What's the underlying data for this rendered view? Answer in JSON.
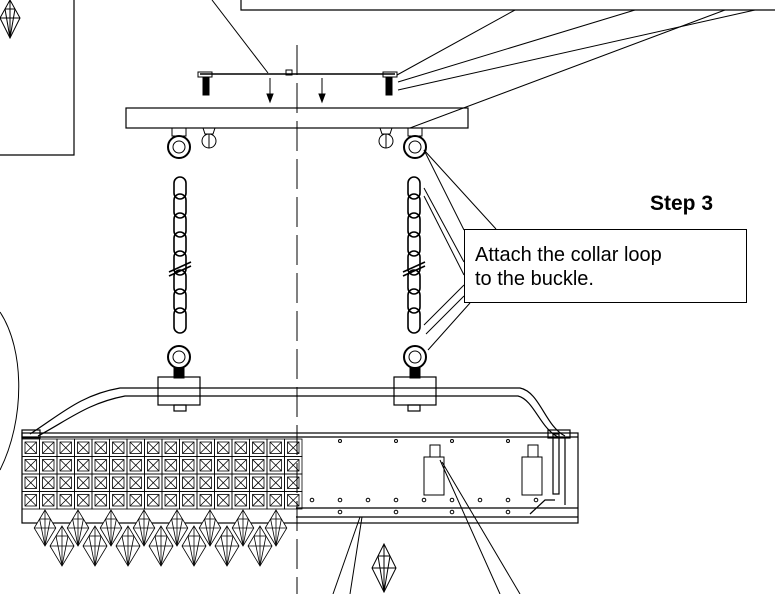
{
  "step": {
    "title": "Step 3",
    "instruction_line1": "Attach the collar loop",
    "instruction_line2": "to the buckle."
  },
  "colors": {
    "line": "#000000",
    "background": "#ffffff"
  }
}
